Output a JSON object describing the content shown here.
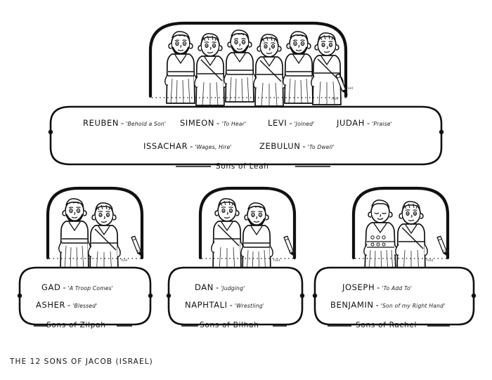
{
  "page": {
    "title": "THE 12 SONS OF JACOB (ISRAEL)",
    "ink_color": "#111111",
    "paper_color": "#ffffff"
  },
  "fold": {
    "label": "fold",
    "icon": "pencil-icon"
  },
  "groups": [
    {
      "id": "leah",
      "caption": "Sons of Leah",
      "figure_count": 6,
      "sons": [
        {
          "name": "REUBEN",
          "separator": "-",
          "meaning": "'Behold a Son'"
        },
        {
          "name": "SIMEON",
          "separator": "-",
          "meaning": "'To Hear'"
        },
        {
          "name": "LEVI",
          "separator": "-",
          "meaning": "'Joined'"
        },
        {
          "name": "JUDAH",
          "separator": "-",
          "meaning": "'Praise'"
        },
        {
          "name": "ISSACHAR",
          "separator": "-",
          "meaning": "'Wages, Hire'"
        },
        {
          "name": "ZEBULUN",
          "separator": "-",
          "meaning": "'To Dwell'"
        }
      ]
    },
    {
      "id": "zilpah",
      "caption": "Sons of Zilpah",
      "figure_count": 2,
      "sons": [
        {
          "name": "GAD",
          "separator": "-",
          "meaning": "'A Troop Comes'"
        },
        {
          "name": "ASHER",
          "separator": "-",
          "meaning": "'Blessed'"
        }
      ]
    },
    {
      "id": "bilhah",
      "caption": "Sons of Bilhah",
      "figure_count": 2,
      "sons": [
        {
          "name": "DAN",
          "separator": "-",
          "meaning": "'Judging'"
        },
        {
          "name": "NAPHTALI",
          "separator": "-",
          "meaning": "'Wrestling'"
        }
      ]
    },
    {
      "id": "rachel",
      "caption": "Sons of Rachel",
      "figure_count": 2,
      "sons": [
        {
          "name": "JOSEPH",
          "separator": "-",
          "meaning": "'To Add To'"
        },
        {
          "name": "BENJAMIN",
          "separator": "-",
          "meaning": "'Son of my Right Hand'"
        }
      ]
    }
  ]
}
